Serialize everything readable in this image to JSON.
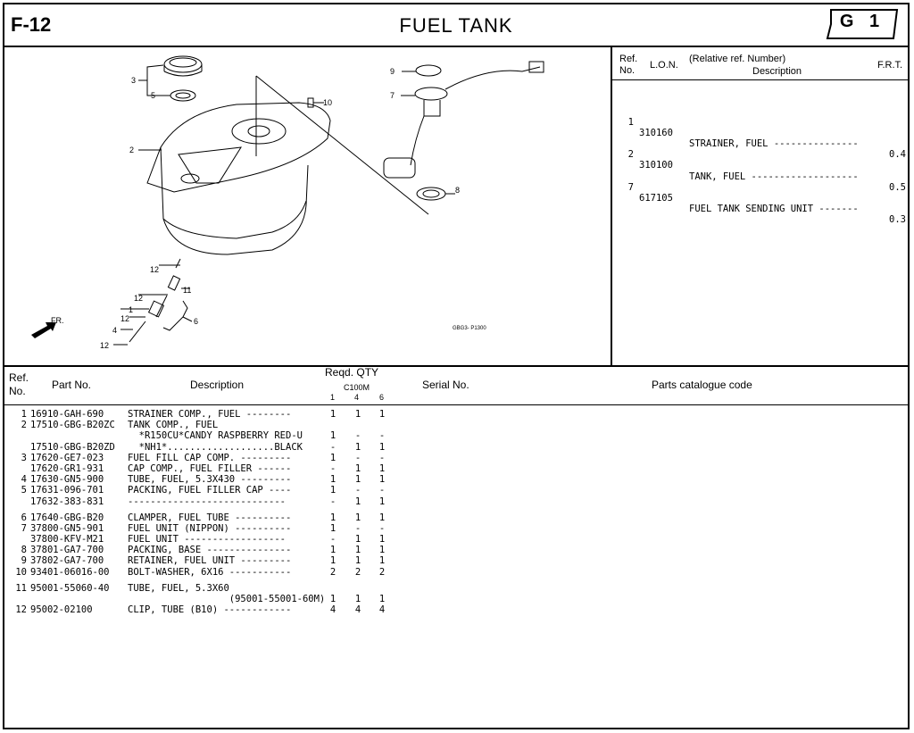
{
  "header": {
    "figure_number": "F-12",
    "title": "FUEL  TANK",
    "group": "G 1"
  },
  "diagram": {
    "callouts": [
      "3",
      "5",
      "2",
      "10",
      "9",
      "7",
      "8",
      "12",
      "11",
      "1",
      "4",
      "6"
    ],
    "direction_label": "FR.",
    "drawing_code": "GBG3- P1300"
  },
  "ref_panel": {
    "headers": {
      "ref_no_line1": "Ref.",
      "ref_no_line2": "No.",
      "lon": "L.O.N.",
      "relative": "(Relative ref. Number)",
      "description": "Description",
      "frt": "F.R.T."
    },
    "rows": [
      {
        "ref": "1",
        "lon": "310160",
        "desc": "STRAINER, FUEL ---------------",
        "frt": "0.4"
      },
      {
        "ref": "2",
        "lon": "310100",
        "desc": "TANK, FUEL -------------------",
        "frt": "0.5"
      },
      {
        "ref": "7",
        "lon": "617105",
        "desc": "FUEL TANK SENDING UNIT -------",
        "frt": "0.3"
      }
    ]
  },
  "parts_table": {
    "headers": {
      "ref_line1": "Ref.",
      "ref_line2": "No.",
      "part_no": "Part No.",
      "description": "Description",
      "reqd_qty": "Reqd. QTY",
      "model": "C100M",
      "qty_cols": [
        "1",
        "4",
        "6"
      ],
      "serial_no": "Serial No.",
      "catalogue_code": "Parts catalogue code"
    },
    "rows": [
      {
        "ref": "1",
        "part": "16910-GAH-690",
        "desc": "STRAINER COMP., FUEL --------",
        "q1": "1",
        "q2": "1",
        "q3": "1"
      },
      {
        "ref": "2",
        "part": "17510-GBG-B20ZC",
        "desc": "TANK COMP., FUEL",
        "q1": "",
        "q2": "",
        "q3": ""
      },
      {
        "ref": "",
        "part": "",
        "desc": "  *R150CU*CANDY RASPBERRY RED-U",
        "q1": "1",
        "q2": "-",
        "q3": "-"
      },
      {
        "ref": "",
        "part": "17510-GBG-B20ZD",
        "desc": "  *NH1*...................BLACK",
        "q1": "-",
        "q2": "1",
        "q3": "1"
      },
      {
        "ref": "3",
        "part": "17620-GE7-023",
        "desc": "FUEL FILL CAP COMP. ---------",
        "q1": "1",
        "q2": "-",
        "q3": "-"
      },
      {
        "ref": "",
        "part": "17620-GR1-931",
        "desc": "CAP COMP., FUEL FILLER ------",
        "q1": "-",
        "q2": "1",
        "q3": "1"
      },
      {
        "ref": "4",
        "part": "17630-GN5-900",
        "desc": "TUBE, FUEL, 5.3X430 ---------",
        "q1": "1",
        "q2": "1",
        "q3": "1"
      },
      {
        "ref": "5",
        "part": "17631-096-701",
        "desc": "PACKING, FUEL FILLER CAP ----",
        "q1": "1",
        "q2": "-",
        "q3": "-"
      },
      {
        "ref": "",
        "part": "17632-383-831",
        "desc": "----------------------------",
        "q1": "-",
        "q2": "1",
        "q3": "1"
      },
      {
        "gap": true
      },
      {
        "ref": "6",
        "part": "17640-GBG-B20",
        "desc": "CLAMPER, FUEL TUBE ----------",
        "q1": "1",
        "q2": "1",
        "q3": "1"
      },
      {
        "ref": "7",
        "part": "37800-GN5-901",
        "desc": "FUEL UNIT (NIPPON) ----------",
        "q1": "1",
        "q2": "-",
        "q3": "-"
      },
      {
        "ref": "",
        "part": "37800-KFV-M21",
        "desc": "FUEL UNIT ------------------",
        "q1": "-",
        "q2": "1",
        "q3": "1"
      },
      {
        "ref": "8",
        "part": "37801-GA7-700",
        "desc": "PACKING, BASE ---------------",
        "q1": "1",
        "q2": "1",
        "q3": "1"
      },
      {
        "ref": "9",
        "part": "37802-GA7-700",
        "desc": "RETAINER, FUEL UNIT ---------",
        "q1": "1",
        "q2": "1",
        "q3": "1"
      },
      {
        "ref": "10",
        "part": "93401-06016-00",
        "desc": "BOLT-WASHER, 6X16 -----------",
        "q1": "2",
        "q2": "2",
        "q3": "2"
      },
      {
        "gap": true
      },
      {
        "ref": "11",
        "part": "95001-55060-40",
        "desc": "TUBE, FUEL, 5.3X60",
        "q1": "",
        "q2": "",
        "q3": ""
      },
      {
        "ref": "",
        "part": "",
        "desc": "                  (95001-55001-60M)",
        "q1": "1",
        "q2": "1",
        "q3": "1"
      },
      {
        "ref": "12",
        "part": "95002-02100",
        "desc": "CLIP, TUBE (B10) ------------",
        "q1": "4",
        "q2": "4",
        "q3": "4"
      }
    ]
  }
}
